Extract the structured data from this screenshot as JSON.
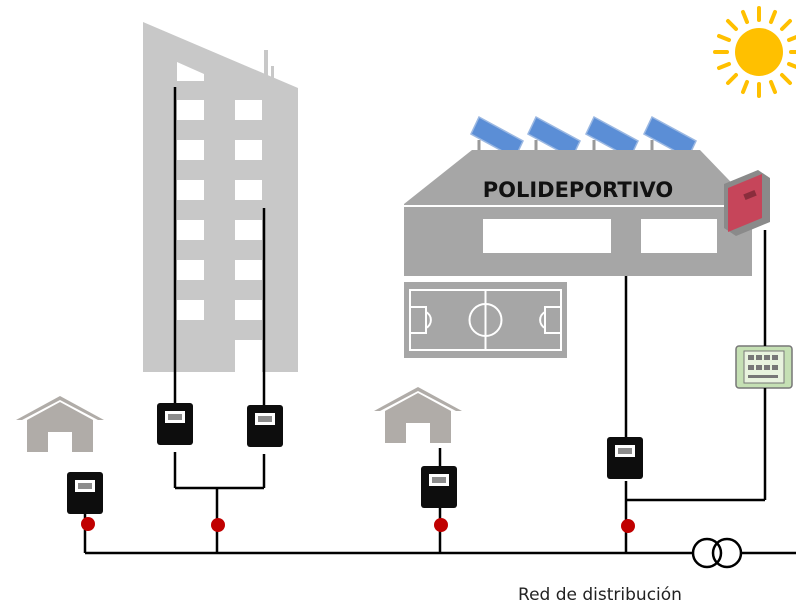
{
  "diagram": {
    "sports_center_label": "POLIDEPORTIVO",
    "network_label": "Red de distribución",
    "nodes": [
      {
        "name": "house-left",
        "icon": "house-icon"
      },
      {
        "name": "apartment-tower",
        "icon": "building-icon"
      },
      {
        "name": "house-middle",
        "icon": "house-icon"
      },
      {
        "name": "sports-center",
        "icon": "sports-hall-icon"
      },
      {
        "name": "sun",
        "icon": "sun-icon"
      },
      {
        "name": "solar-panels",
        "icon": "solar-panel-icon",
        "count": 4
      },
      {
        "name": "inverter",
        "icon": "inverter-icon"
      },
      {
        "name": "smart-meter",
        "icon": "smart-meter-icon"
      },
      {
        "name": "transformer",
        "icon": "transformer-icon"
      }
    ],
    "meter_count": 5,
    "connection_point_count": 4
  },
  "colors": {
    "building_gray": "#c8c8c8",
    "house_gray": "#b0aca8",
    "court_gray": "#a6a6a6",
    "panel_blue": "#5b8ed6",
    "sun_orange": "#ffc000",
    "inverter_red": "#c6455a",
    "smart_meter_green": "#c5e0b4",
    "connection_red": "#c00000"
  }
}
